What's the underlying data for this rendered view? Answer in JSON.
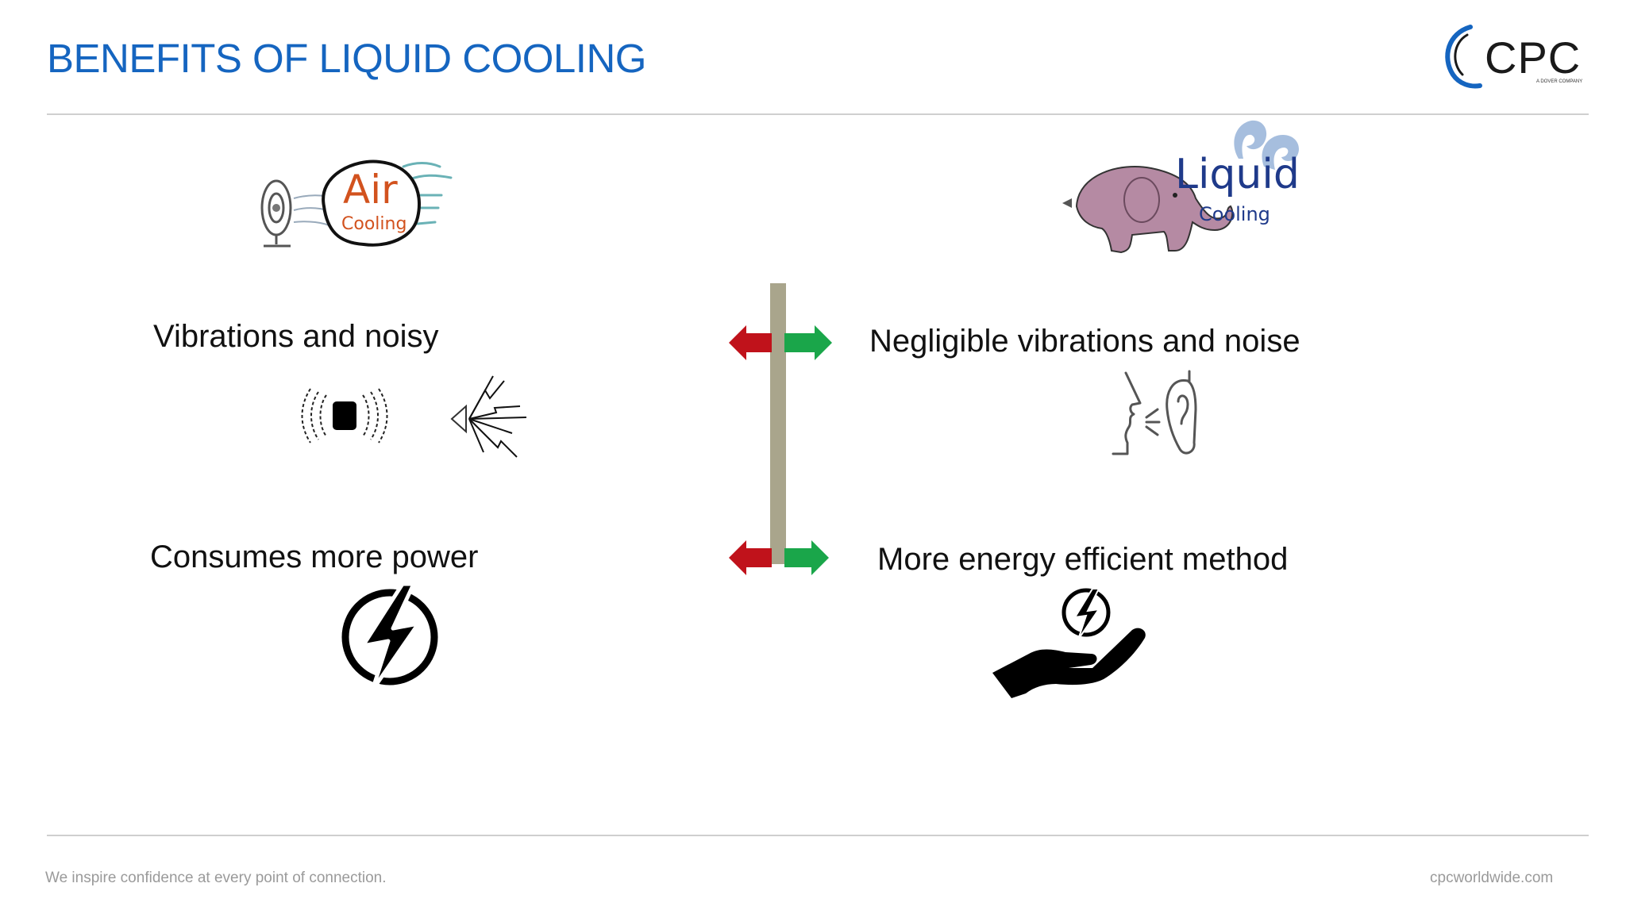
{
  "slide": {
    "title": "BENEFITS OF LIQUID COOLING",
    "logo": {
      "text": "CPC",
      "sub": "A DOVER COMPANY"
    },
    "left": {
      "badge_big": "Air",
      "badge_small": "Cooling",
      "point1": "Vibrations and noisy",
      "point2": "Consumes more power"
    },
    "right": {
      "badge_big": "Liquid",
      "badge_small": "Cooling",
      "point1": "Negligible vibrations and noise",
      "point2": "More energy efficient method"
    },
    "footer": {
      "tagline": "We inspire confidence at every point of connection.",
      "website": "cpcworldwide.com"
    }
  },
  "colors": {
    "title": "#1565c0",
    "arrow_left": "#c0121b",
    "arrow_right": "#1aa64a",
    "divider": "#a9a58c",
    "air_text": "#d2521e",
    "liquid_text": "#1f3a8a"
  }
}
